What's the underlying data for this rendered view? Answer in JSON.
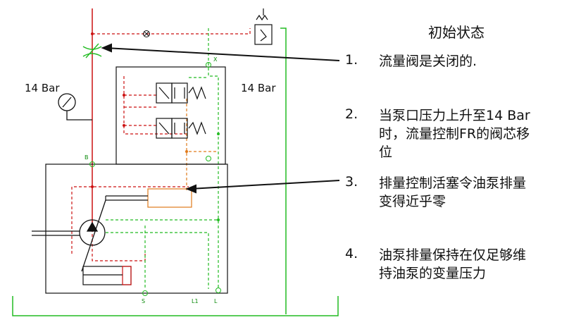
{
  "title": "初始状态",
  "pressure_labels": {
    "left": "14 Bar",
    "right": "14 Bar"
  },
  "port_labels": {
    "b": "B",
    "x": "X",
    "s": "S",
    "l1": "L1",
    "l": "L"
  },
  "notes": [
    {
      "num": "1.",
      "lines": [
        "流量阀是关闭的."
      ]
    },
    {
      "num": "2.",
      "lines": [
        "当泵口压力上升至14 Bar",
        "时，流量控制FR的阀芯移",
        "位"
      ]
    },
    {
      "num": "3.",
      "lines": [
        "排量控制活塞令油泵排量",
        "变得近乎零"
      ]
    },
    {
      "num": "4.",
      "lines": [
        "油泵排量保持在仅足够维",
        "持油泵的变量压力"
      ]
    }
  ],
  "colors": {
    "red": "#cc1111",
    "green": "#22bb22",
    "orange": "#e07a1a",
    "black": "#111111"
  }
}
